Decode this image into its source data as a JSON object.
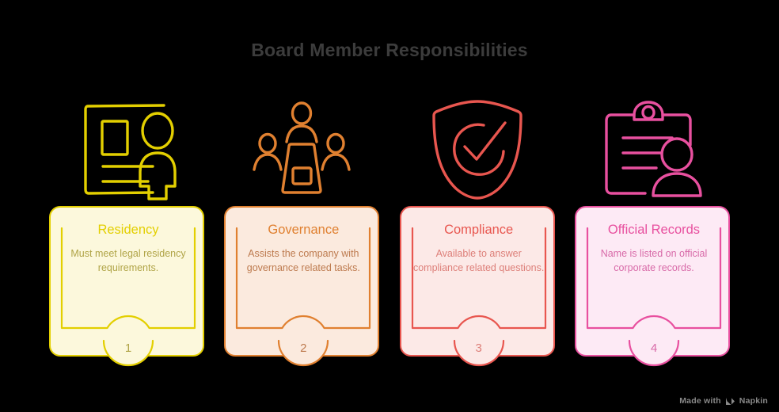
{
  "title": "Board Member Responsibilities",
  "background_color": "#000000",
  "title_color": "#3c3c3c",
  "cards": [
    {
      "number": "1",
      "title": "Residency",
      "description": "Must meet legal residency requirements.",
      "icon": "id-document-person-icon",
      "accent_color": "#e3cf00",
      "fill_color": "#fcf8dc",
      "text_color": "#b0a447"
    },
    {
      "number": "2",
      "title": "Governance",
      "description": "Assists the company with governance related tasks.",
      "icon": "boardroom-meeting-icon",
      "accent_color": "#e08030",
      "fill_color": "#fbeade",
      "text_color": "#bd7a4e"
    },
    {
      "number": "3",
      "title": "Compliance",
      "description": "Available to answer compliance related questions.",
      "icon": "shield-check-icon",
      "accent_color": "#e8564f",
      "fill_color": "#fce9e7",
      "text_color": "#dd7f79"
    },
    {
      "number": "4",
      "title": "Official Records",
      "description": "Name is listed on official corporate records.",
      "icon": "clipboard-person-icon",
      "accent_color": "#e8509f",
      "fill_color": "#fdeaf5",
      "text_color": "#d86aa8"
    }
  ],
  "watermark": {
    "text_before": "Made with",
    "brand": "Napkin",
    "logo": "napkin-logo-icon",
    "color": "#8a8a8a"
  }
}
